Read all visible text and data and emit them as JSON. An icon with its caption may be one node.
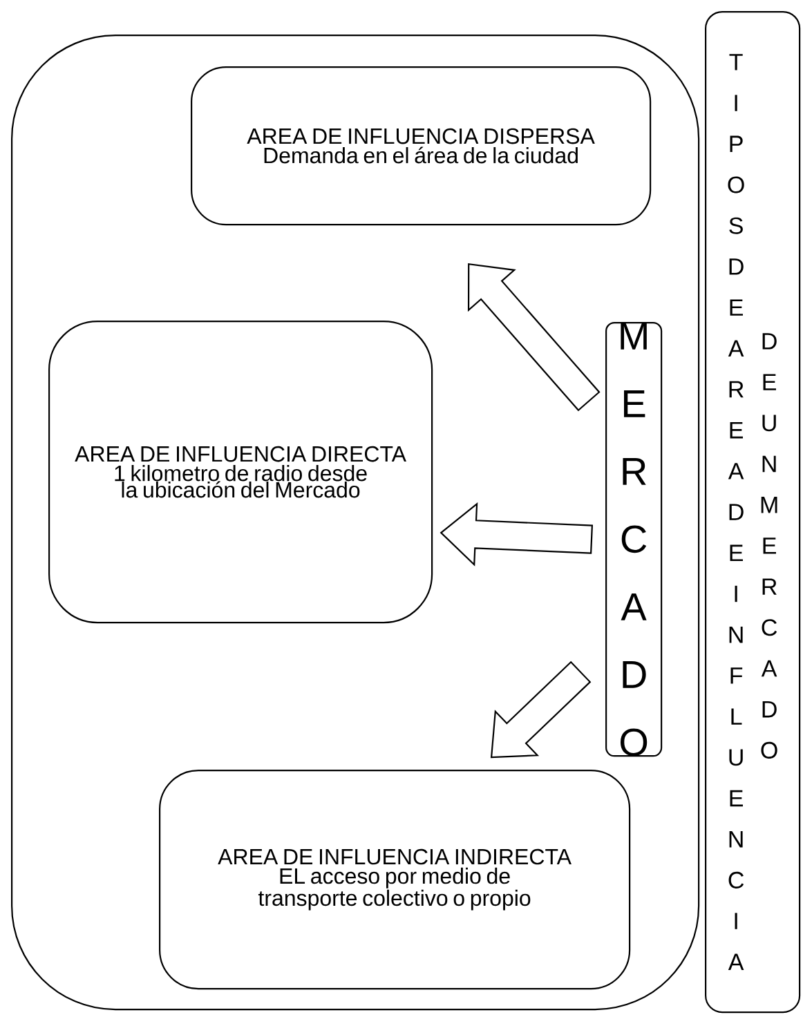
{
  "diagram": {
    "nodes": [
      {
        "text": [],
        "shape": "box"
      },
      {
        "text": [
          "AREA DE INFLUENCIA DISPERSA",
          "Demanda en el área de la ciudad"
        ],
        "in": 0
      },
      {
        "text": [
          "AREA DE INFLUENCIA DIRECTA",
          "1 kilometro de radio desde la ubicación del Mercado"
        ],
        "in": 0
      },
      {
        "text": [
          "MERCADO"
        ],
        "in": 0
      },
      {
        "text": [
          "AREA DE INFLUENCIA INDIRECTA",
          "EL acceso por medio de transporte colectivo o propio"
        ],
        "in": 0
      },
      {
        "text": [
          "TIPOS DE AREA DE INFLUENCIA",
          "DE UN MERCADO"
        ]
      }
    ],
    "edges": [
      {
        "from": 3,
        "to": 1,
        "arrow": "to"
      },
      {
        "from": 3,
        "to": 2,
        "arrow": "to"
      },
      {
        "from": 3,
        "to": 4,
        "arrow": "to"
      }
    ]
  }
}
